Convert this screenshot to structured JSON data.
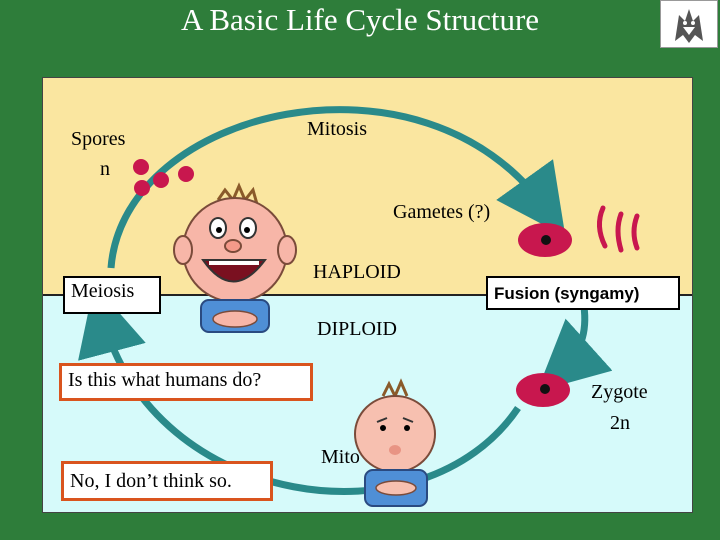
{
  "title": "A Basic Life Cycle Structure",
  "labels": {
    "spores": "Spores",
    "spores_ploidy": "n",
    "mitosis_top": "Mitosis",
    "gametes": "Gametes (?)",
    "haploid": "HAPLOID",
    "diploid": "DIPLOID",
    "meiosis": "Meiosis",
    "fusion": "Fusion (syngamy)",
    "zygote": "Zygote",
    "zygote_ploidy": "2n",
    "mitosis_bottom": "Mito"
  },
  "callouts": {
    "question": "Is this what humans do?",
    "answer": "No, I don’t think so."
  },
  "colors": {
    "haploid_bg": "#fae6a0",
    "diploid_bg": "#d6fafa",
    "arrow": "#2a8a8a",
    "cell": "#c8174e",
    "slide_bg": "#2e7d3a",
    "callout_border": "#d9541e"
  },
  "icons": [
    "wolf-logo-icon",
    "happy-boy-icon",
    "sad-boy-icon"
  ]
}
